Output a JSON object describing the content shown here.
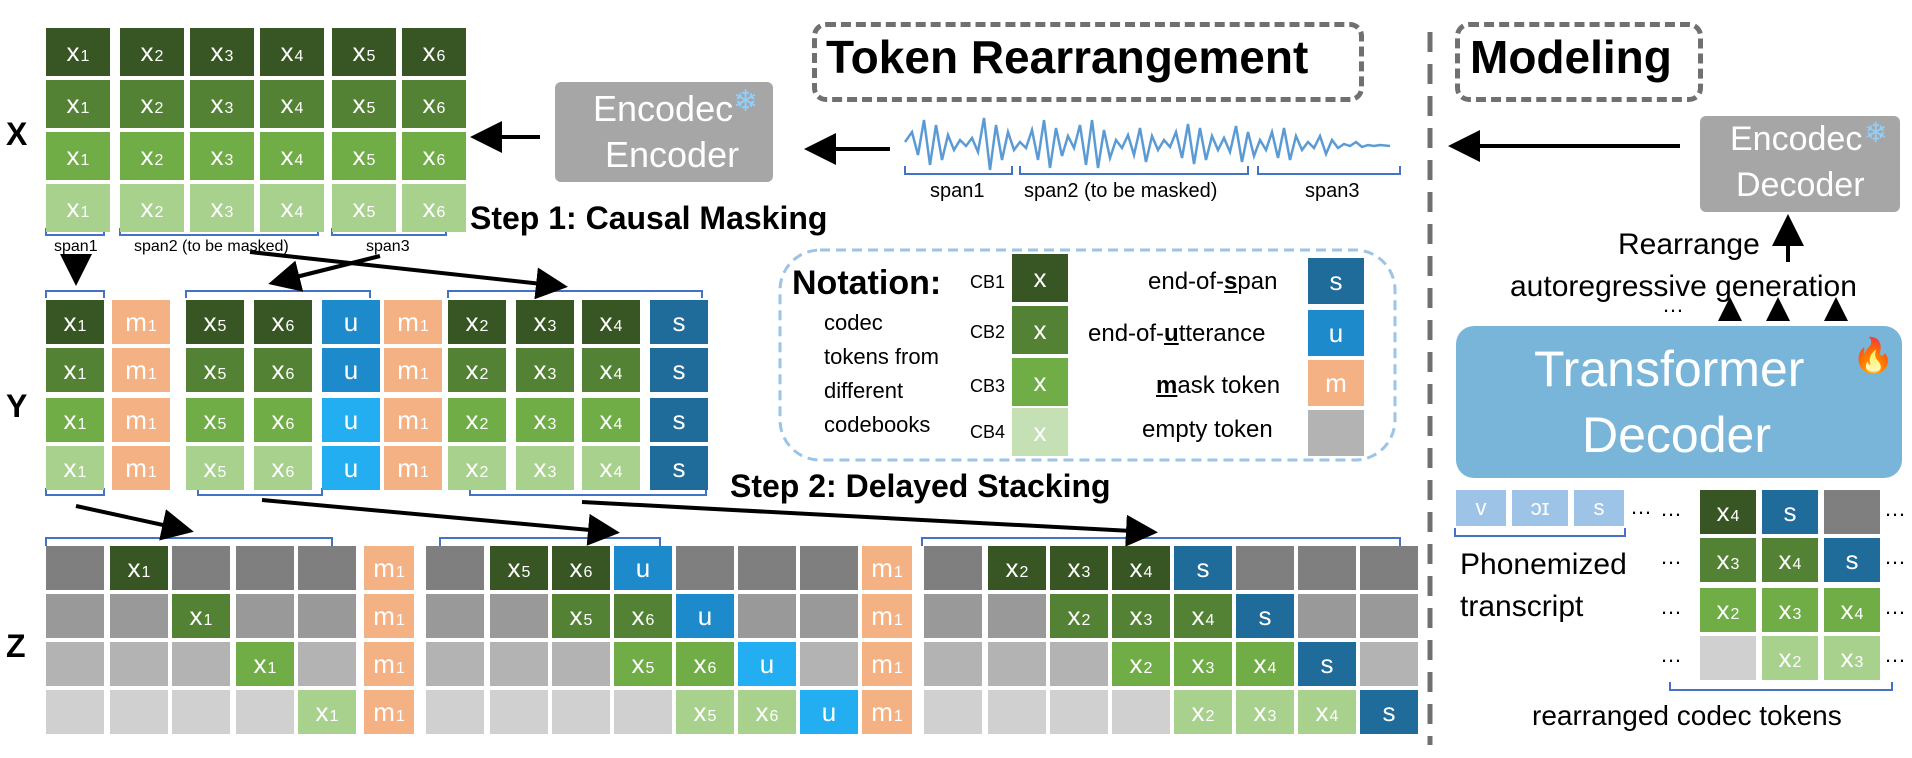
{
  "colors": {
    "cb1": "#375623",
    "cb2": "#548235",
    "cb3": "#70ad47",
    "cb4": "#a9d18e",
    "eos": "#1f6b9a",
    "eou": "#1c8acb",
    "eou_light": "#22aef0",
    "mask": "#f4b183",
    "empty1": "#7f7f7f",
    "empty2": "#999999",
    "empty3": "#b3b3b3",
    "empty4": "#d0d0d0",
    "encodec": "#a6a6a6",
    "transformer": "#79b4d9",
    "phone": "#9dc3e6",
    "bracket": "#4472c4"
  },
  "headers": {
    "token_rearrangement": "Token Rearrangement",
    "modeling": "Modeling"
  },
  "row_labels": {
    "x": "X",
    "y": "Y",
    "z": "Z"
  },
  "encoder": {
    "line1": "Encodec",
    "line2": "Encoder",
    "snowflake": "❄"
  },
  "decoder": {
    "line1": "Encodec",
    "line2": "Decoder",
    "snowflake": "❄"
  },
  "waveform_spans": {
    "span1": "span1",
    "span2": "span2 (to be masked)",
    "span3": "span3"
  },
  "x_spans": {
    "span1": "span1",
    "span2": "span2 (to be masked)",
    "span3": "span3"
  },
  "steps": {
    "step1": "Step 1: Causal Masking",
    "step2": "Step 2: Delayed Stacking"
  },
  "notation": {
    "title": "Notation:",
    "codec_desc": [
      "codec",
      "tokens from",
      "different",
      "codebooks"
    ],
    "cb_labels": [
      "CB1",
      "CB2",
      "CB3",
      "CB4"
    ],
    "cb_token": "x",
    "eos_pre": "end-of-",
    "eos_key": "s",
    "eos_post": "pan",
    "eos_token": "s",
    "eou_pre": "end-of-",
    "eou_key": "u",
    "eou_post": "tterance",
    "eou_token": "u",
    "mask_key": "m",
    "mask_post": "ask token",
    "mask_token": "m",
    "empty_label": "empty token"
  },
  "modeling": {
    "rearrange1": "Rearrange",
    "rearrange2": "autoregressive generation",
    "transformer1": "Transformer",
    "transformer2": "Decoder",
    "fire": "🔥",
    "dots": "…",
    "phonemes": [
      "v",
      "ɔɪ",
      "s"
    ],
    "phonemized1": "Phonemized",
    "phonemized2": "transcript",
    "rearranged": "rearranged codec tokens"
  }
}
